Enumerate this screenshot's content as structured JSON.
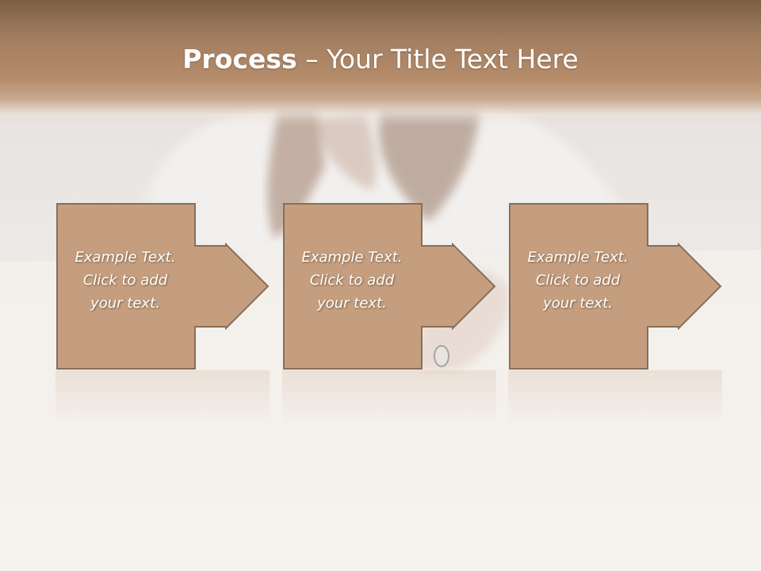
{
  "slide": {
    "title_bold": "Process",
    "title_rest": " – Your Title Text Here",
    "steps": [
      {
        "line1": "Example Text.",
        "line2": "Click  to add",
        "line3": "your text."
      },
      {
        "line1": "Example Text.",
        "line2": "Click  to add",
        "line3": "your text."
      },
      {
        "line1": "Example Text.",
        "line2": "Click  to add",
        "line3": "your text."
      }
    ]
  },
  "colors": {
    "box_fill": "#c49e7e",
    "box_stroke": "#8a6e58",
    "title_band": "#a9825f",
    "background": "#f6f2ee"
  },
  "icons": {
    "arrow": "right-arrow-icon"
  }
}
